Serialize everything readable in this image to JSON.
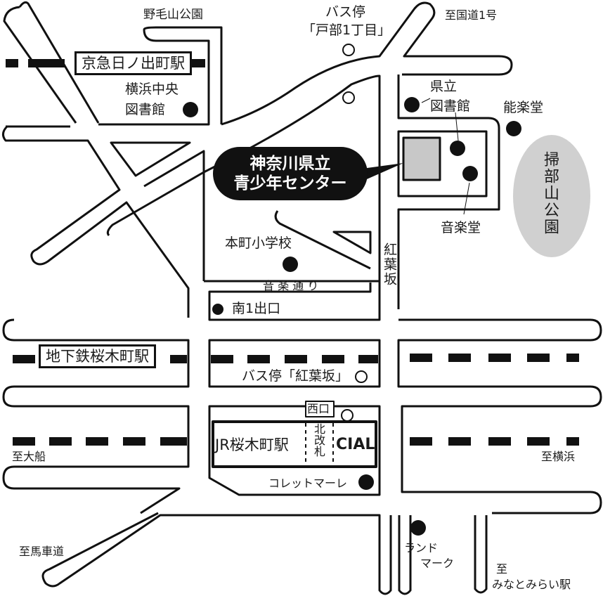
{
  "map": {
    "colors": {
      "road_outline": "#111111",
      "background": "#ffffff",
      "park_fill": "#d0d0d0",
      "building_fill": "#c8c8c8",
      "callout_bg": "#111111",
      "callout_text": "#ffffff"
    },
    "highlight": {
      "line1": "神奈川県立",
      "line2": "青少年センター"
    },
    "stations": {
      "keikyu": "京急日ノ出町駅",
      "subway": "地下鉄桜木町駅",
      "jr": "JR桜木町駅",
      "north_gate": "北改札",
      "cial": "CIAL",
      "west_exit": "西口"
    },
    "landmarks": {
      "noge_park": "野毛山公園",
      "bus_stop_tobe_1": "バス停",
      "bus_stop_tobe_2": "「戸部1丁目」",
      "to_route1": "至国道1号",
      "yokohama_library_1": "横浜中央",
      "yokohama_library_2": "図書館",
      "pref_library_1": "県立",
      "pref_library_2": "図書館",
      "noh_theater": "能楽堂",
      "kamonyama_park": "掃部山公園",
      "music_hall": "音楽堂",
      "honcho_school": "本町小学校",
      "momijizaka": "紅葉坂",
      "ongaku_dori": "音 楽 通 り",
      "south_exit": "南1出口",
      "bus_stop_momijizaka": "バス停「紅葉坂」",
      "to_ofuna": "至大船",
      "to_yokohama": "至横浜",
      "colette_mare": "コレットマーレ",
      "landmark_1": "ランド",
      "landmark_2": "マーク",
      "to_bashamichi": "至馬車道",
      "to_minatomirai_1": "至",
      "to_minatomirai_2": "みなとみらい駅"
    }
  }
}
